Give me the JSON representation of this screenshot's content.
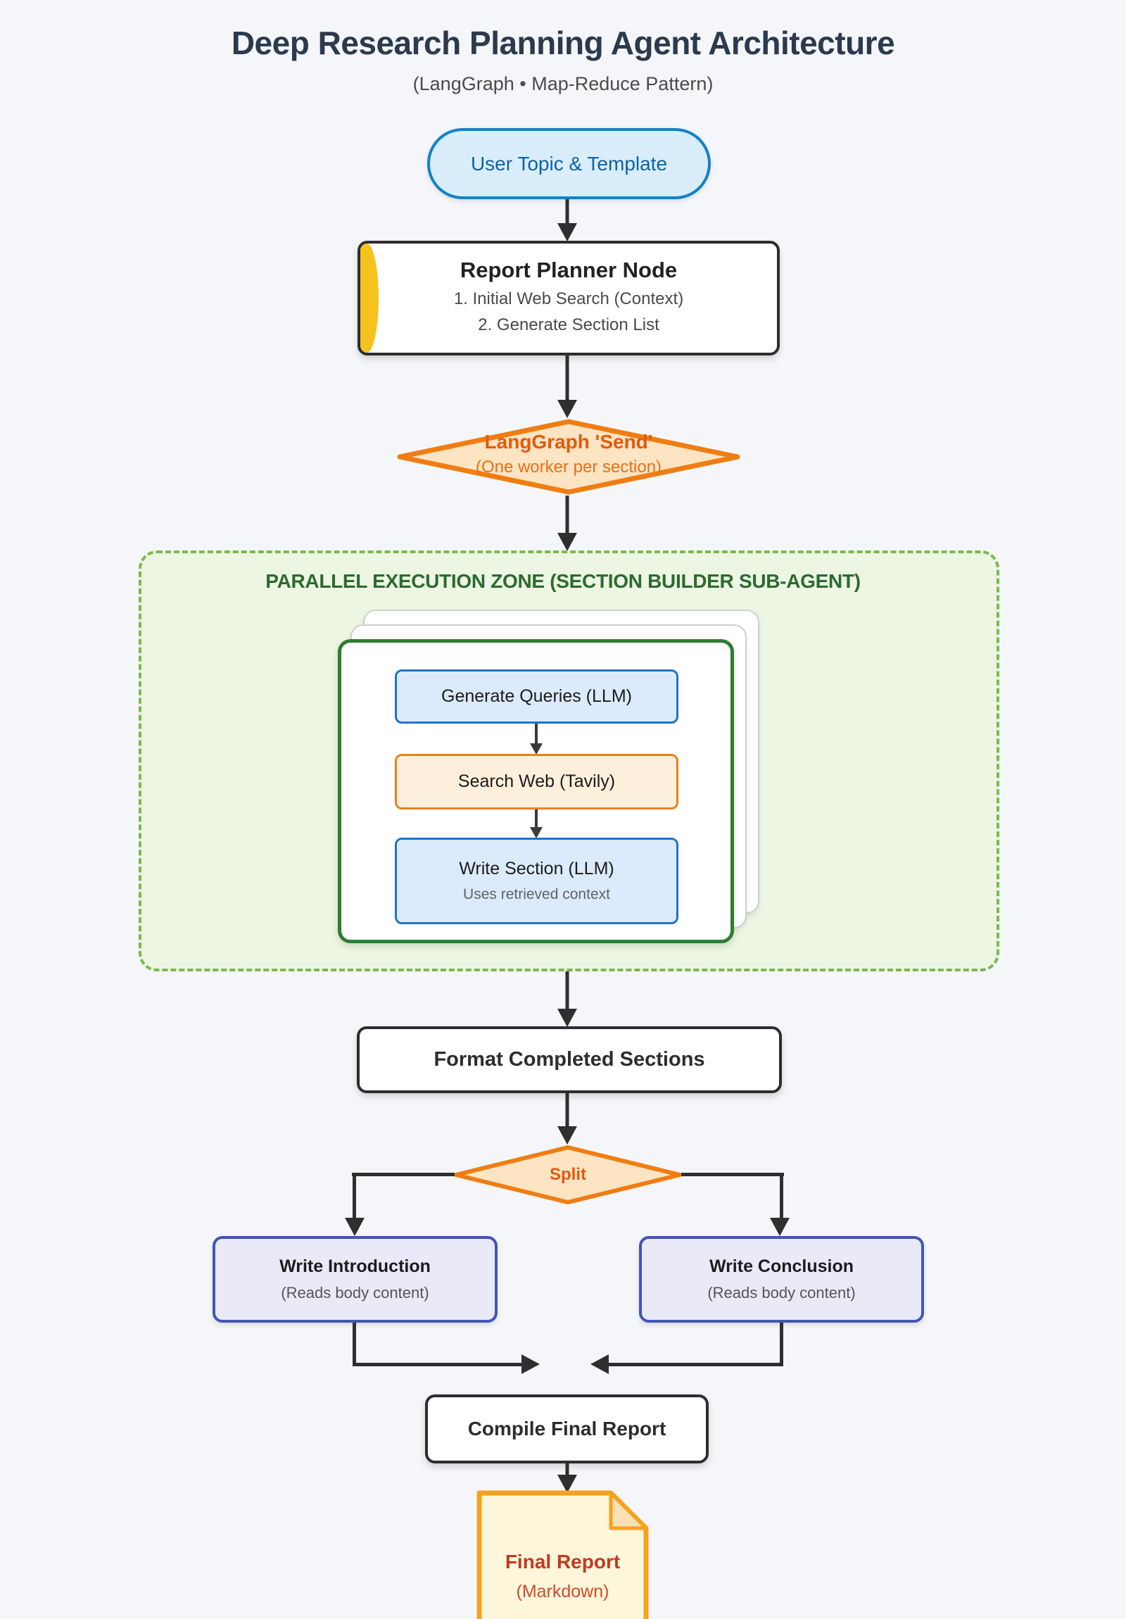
{
  "header": {
    "title": "Deep Research Planning Agent Architecture",
    "subtitle": "(LangGraph • Map-Reduce Pattern)"
  },
  "nodes": {
    "user_topic": {
      "label": "User Topic & Template"
    },
    "report_planner": {
      "title": "Report Planner Node",
      "steps": [
        "1. Initial Web Search (Context)",
        "2. Generate Section List"
      ]
    },
    "send": {
      "title": "LangGraph 'Send'",
      "subtitle": "(One worker per section)"
    },
    "generate_queries": {
      "label": "Generate Queries (LLM)"
    },
    "search_web": {
      "label": "Search Web (Tavily)"
    },
    "write_section": {
      "title": "Write Section (LLM)",
      "subtitle": "Uses retrieved context"
    },
    "format_sections": {
      "label": "Format Completed Sections"
    },
    "split": {
      "label": "Split"
    },
    "write_introduction": {
      "title": "Write Introduction",
      "subtitle": "(Reads body content)"
    },
    "write_conclusion": {
      "title": "Write Conclusion",
      "subtitle": "(Reads body content)"
    },
    "compile_report": {
      "label": "Compile Final Report"
    },
    "final_report": {
      "title": "Final Report",
      "subtitle": "(Markdown)"
    }
  },
  "zone": {
    "title": "PARALLEL EXECUTION ZONE (SECTION BUILDER SUB-AGENT)"
  },
  "colors": {
    "background": "#f4f6f9",
    "title_text": "#2c3a4e",
    "node_border_dark": "#2d2d2d",
    "accent_yellow": "#f6c21d",
    "blue_border": "#1480c8",
    "blue_fill": "#d9edfb",
    "inner_blue_border": "#2173c4",
    "inner_blue_fill": "#dcebfb",
    "orange_border": "#ef7d13",
    "orange_fill": "#fde4c3",
    "orange_text": "#e25a0c",
    "green_border": "#2e7d32",
    "green_dash": "#7cb94e",
    "zone_fill": "#edf5e3",
    "zone_text": "#2b6b2e",
    "indigo_border": "#4254b5",
    "indigo_fill": "#e9e9f8",
    "doc_fill": "#fdf6da",
    "doc_border": "#f6a21c",
    "doc_text": "#c23a20",
    "arrow": "#2f2f2f"
  }
}
